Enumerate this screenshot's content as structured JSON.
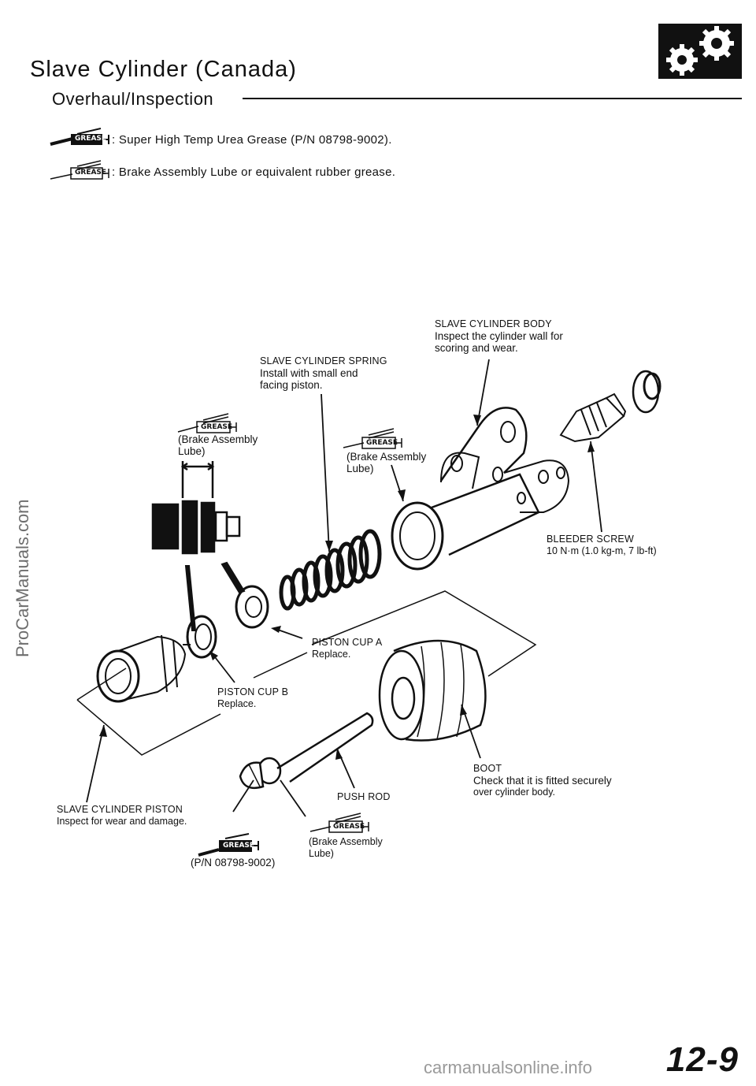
{
  "header": {
    "title": "Slave Cylinder (Canada)",
    "subtitle": "Overhaul/Inspection"
  },
  "legend": [
    {
      "icon": "grease-gun-filled-icon",
      "text": ": Super High Temp Urea Grease (P/N 08798-9002)."
    },
    {
      "icon": "grease-gun-outline-icon",
      "text": ": Brake Assembly Lube or equivalent rubber grease."
    }
  ],
  "grease_icon_label": "GREASE",
  "labels": {
    "body": {
      "name": "SLAVE CYLINDER BODY",
      "note1": "Inspect the cylinder wall for",
      "note2": "scoring and wear."
    },
    "spring": {
      "name": "SLAVE CYLINDER SPRING",
      "note1": "Install with small end",
      "note2": "facing piston."
    },
    "lube_left": {
      "line1": "(Brake Assembly",
      "line2": "Lube)"
    },
    "lube_mid": {
      "line1": "(Brake Assembly",
      "line2": "Lube)"
    },
    "bleeder": {
      "name": "BLEEDER SCREW",
      "spec": "10 N·m (1.0 kg-m, 7 lb-ft)"
    },
    "cup_a": {
      "name": "PISTON CUP A",
      "note": "Replace."
    },
    "cup_b": {
      "name": "PISTON CUP B",
      "note": "Replace."
    },
    "boot": {
      "name": "BOOT",
      "note1": "Check that it is fitted securely",
      "note2": "over cylinder body."
    },
    "push_rod": {
      "name": "PUSH ROD"
    },
    "piston": {
      "name": "SLAVE CYLINDER PISTON",
      "note": "Inspect for wear and damage."
    },
    "pn": {
      "text": "(P/N 08798-9002)"
    },
    "lube_bottom": {
      "line1": "(Brake Assembly",
      "line2": "Lube)"
    }
  },
  "page_number": "12-9",
  "watermarks": {
    "side": "ProCarManuals.com",
    "bottom": "carmanualsonline.info"
  }
}
